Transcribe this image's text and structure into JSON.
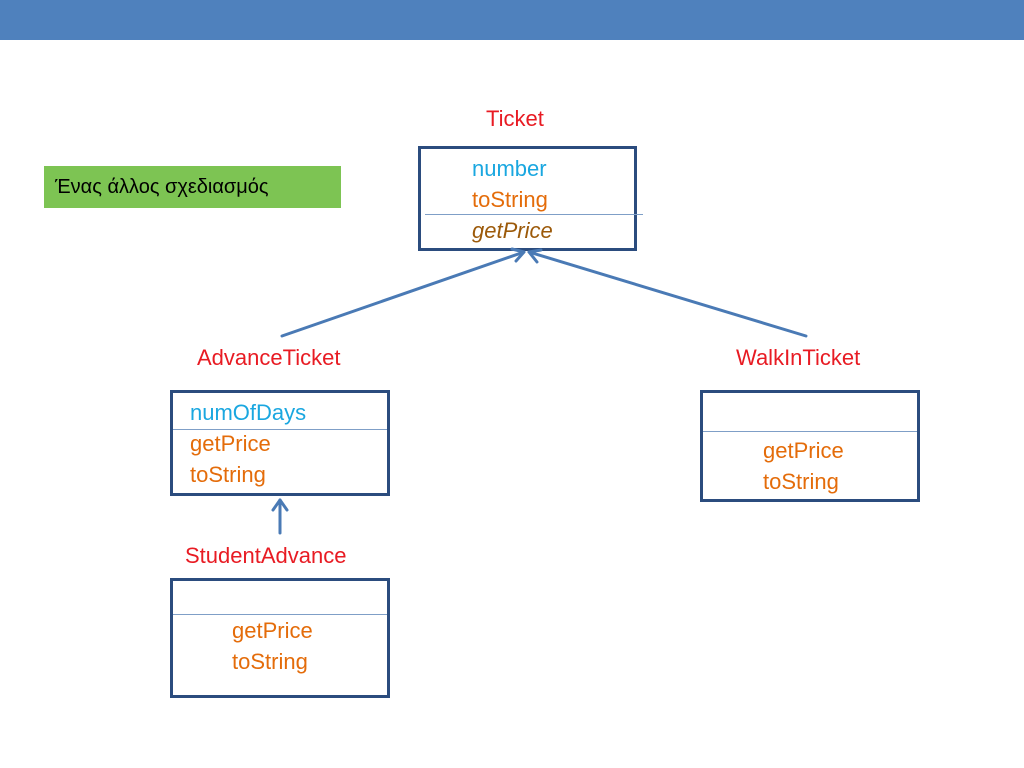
{
  "note": {
    "text": "Ένας άλλος σχεδιασμός"
  },
  "classes": {
    "ticket": {
      "name": "Ticket",
      "attributes": [
        "number"
      ],
      "operations": [
        "toString",
        "getPrice"
      ]
    },
    "advance_ticket": {
      "name": "AdvanceTicket",
      "attributes": [
        "numOfDays"
      ],
      "operations": [
        "getPrice",
        "toString"
      ]
    },
    "walk_in_ticket": {
      "name": "WalkInTicket",
      "attributes": [],
      "operations": [
        "getPrice",
        "toString"
      ]
    },
    "student_advance": {
      "name": "StudentAdvance",
      "attributes": [],
      "operations": [
        "getPrice",
        "toString"
      ]
    }
  },
  "relations": [
    {
      "type": "inheritance",
      "from": "AdvanceTicket",
      "to": "Ticket"
    },
    {
      "type": "inheritance",
      "from": "WalkInTicket",
      "to": "Ticket"
    },
    {
      "type": "inheritance",
      "from": "StudentAdvance",
      "to": "AdvanceTicket"
    }
  ],
  "colors": {
    "header_bar": "#4f81bd",
    "note_background": "#7dc453",
    "class_name": "#e81b23",
    "attribute": "#1aa7e0",
    "operation": "#e46c0a",
    "box_border": "#2b4c7e",
    "arrow": "#4a7ab5"
  }
}
